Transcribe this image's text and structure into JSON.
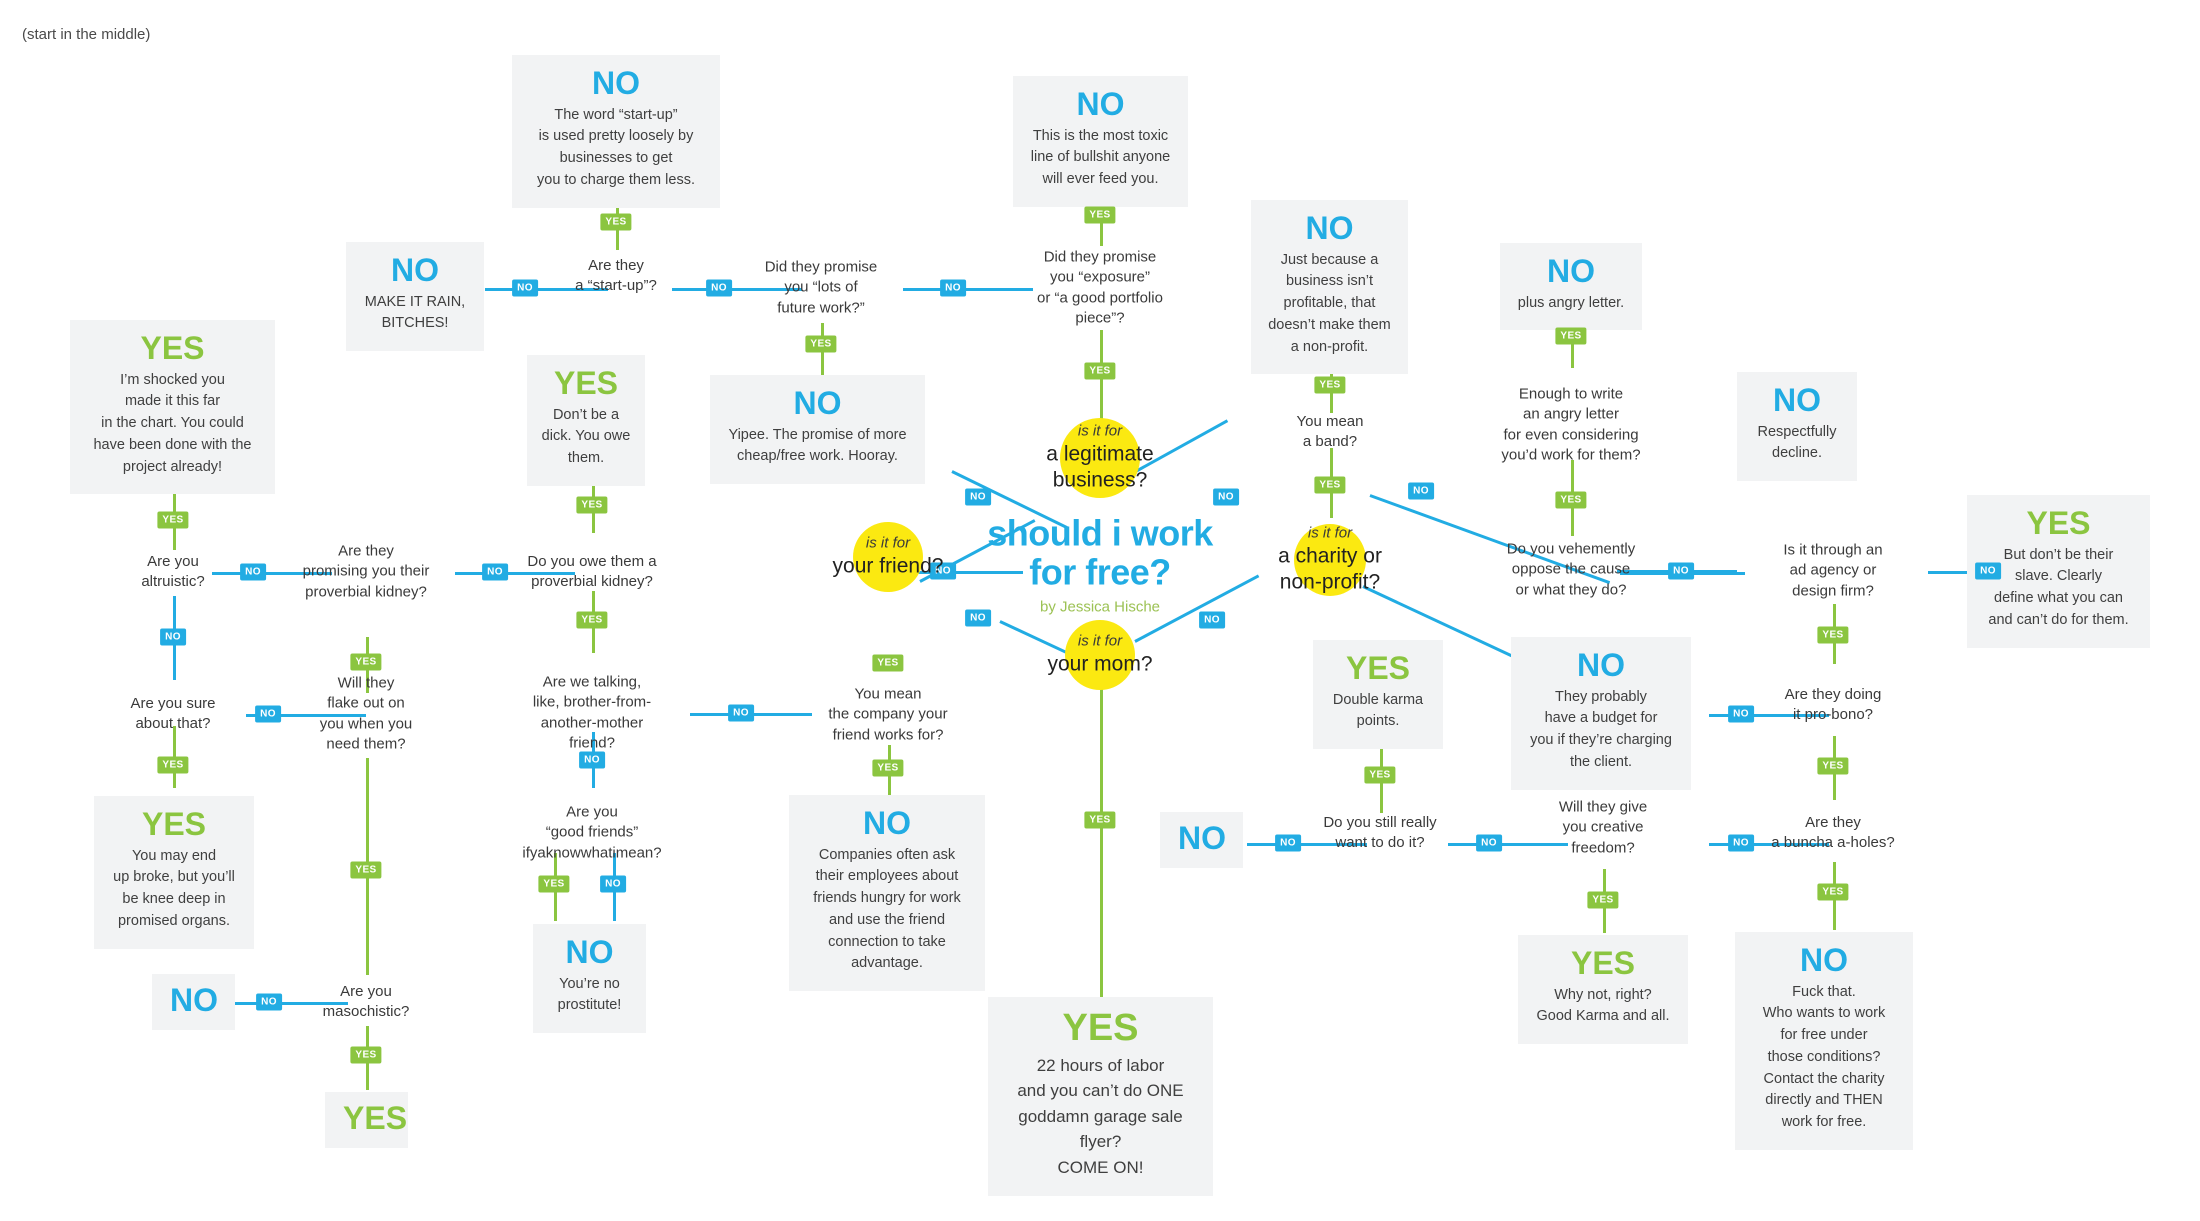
{
  "page": {
    "start_note": "(start in the middle)",
    "title_line1": "should i work",
    "title_line2": "for free?",
    "byline": "by Jessica Hische",
    "colors": {
      "yes": "#8bc540",
      "no": "#22ace3",
      "node": "#fbe911",
      "box_bg": "#f2f3f4"
    }
  },
  "labels": {
    "yes": "YES",
    "no": "NO"
  },
  "nodes": {
    "legit_business": {
      "pre": "is it for",
      "main": "a legitimate business?",
      "line1": "a legitimate",
      "line2": "business?"
    },
    "your_friend": {
      "pre": "is it for",
      "main": "your friend?"
    },
    "your_mom": {
      "pre": "is it for",
      "main": "your mom?"
    },
    "charity": {
      "pre": "is it for",
      "main": "a charity or non-profit?",
      "line1": "a charity or",
      "line2": "non-profit?"
    }
  },
  "questions": {
    "startup": "Are they\na “start-up”?",
    "future_work": "Did they promise\nyou “lots of\nfuture work?”",
    "exposure": "Did they promise\nyou “exposure”\nor “a good portfolio\npiece”?",
    "band": "You mean\na band?",
    "angry_letter": "Enough to write\nan angry letter\nfor even considering\nyou’d work for them?",
    "oppose_cause": "Do you vehemently\noppose the cause\nor what they do?",
    "ad_agency": "Is it through an\nad agency or\ndesign firm?",
    "pro_bono": "Are they doing\nit pro-bono?",
    "a_holes": "Are they\na buncha a-holes?",
    "creative_freedom": "Will they give\nyou creative\nfreedom?",
    "still_want": "Do you still really\nwant to do it?",
    "company_friend": "You mean\nthe company your\nfriend works for?",
    "altruistic": "Are you\naltruistic?",
    "sure_about": "Are you sure\nabout that?",
    "masochistic": "Are you\nmasochistic?",
    "promising_kidney": "Are they\npromising you their\nproverbial kidney?",
    "flake_out": "Will they\nflake out on\nyou when you\nneed them?",
    "owe_kidney": "Do you owe them a\nproverbial kidney?",
    "brother_friend": "Are we talking,\nlike, brother-from-\nanother-mother\nfriend?",
    "good_friends": "Are you\n“good friends”\nifyaknowwhatimean?"
  },
  "outcomes": {
    "startup_word": {
      "head": "NO",
      "body": "The word “start-up”\nis used pretty loosely by\nbusinesses to get\nyou to charge them less."
    },
    "make_it_rain": {
      "head": "NO",
      "body": "MAKE IT RAIN,\nBITCHES!"
    },
    "yipee": {
      "head": "NO",
      "body": "Yipee. The promise of more\ncheap/free work. Hooray."
    },
    "toxic_line": {
      "head": "NO",
      "body": "This is the most toxic\nline of bullshit anyone\nwill ever feed you."
    },
    "not_nonprofit": {
      "head": "NO",
      "body": "Just because a\nbusiness isn’t\nprofitable, that\ndoesn’t make them\na non-profit."
    },
    "plus_angry": {
      "head": "NO",
      "body": "plus angry letter."
    },
    "respectfully": {
      "head": "NO",
      "body": "Respectfully\ndecline."
    },
    "dont_be_slave": {
      "head": "YES",
      "body": "But don’t be their\nslave. Clearly\ndefine what you can\nand can’t do for them."
    },
    "have_budget": {
      "head": "NO",
      "body": "They probably\nhave a budget for\nyou if they’re charging\nthe client."
    },
    "double_karma": {
      "head": "YES",
      "body": "Double karma\npoints."
    },
    "plain_no": {
      "head": "NO",
      "body": ""
    },
    "why_not": {
      "head": "YES",
      "body": "Why not, right?\nGood Karma and all."
    },
    "fuck_that": {
      "head": "NO",
      "body": "Fuck that.\nWho wants to work\nfor free under\nthose conditions?\nContact the charity\ndirectly and THEN\nwork for free."
    },
    "shocked_you": {
      "head": "YES",
      "body": "I’m shocked you\nmade it this far\nin the chart. You could\nhave been done with the\nproject already!"
    },
    "end_up_broke": {
      "head": "YES",
      "body": "You may end\nup broke, but you’ll\nbe knee deep in\npromised organs."
    },
    "no_masochistic": {
      "head": "NO",
      "body": ""
    },
    "final_yes_left": {
      "head": "YES",
      "body": ""
    },
    "dont_be_dick": {
      "head": "YES",
      "body": "Don’t be a\ndick. You owe\nthem."
    },
    "no_prostitute": {
      "head": "NO",
      "body": "You’re no\nprostitute!"
    },
    "companies_ask": {
      "head": "NO",
      "body": "Companies often ask\ntheir employees about\nfriends hungry for work\nand use the friend\nconnection to take\nadvantage."
    },
    "mom_yes": {
      "head": "YES",
      "body": "22 hours of labor\nand you can’t do ONE\ngoddamn garage sale flyer?\nCOME ON!"
    }
  }
}
